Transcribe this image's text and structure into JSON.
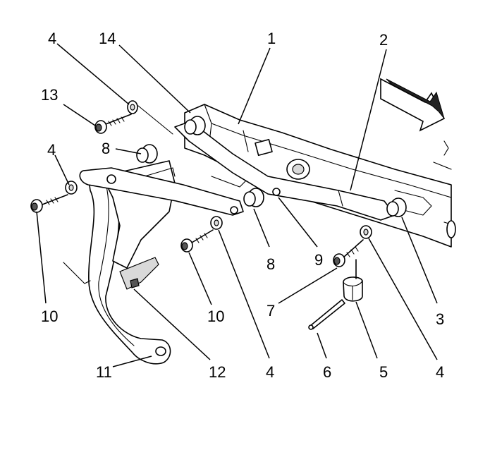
{
  "callouts": {
    "c1": "1",
    "c2": "2",
    "c3": "3",
    "c4a": "4",
    "c4b": "4",
    "c4c": "4",
    "c4d": "4",
    "c5": "5",
    "c6": "6",
    "c7": "7",
    "c8a": "8",
    "c8b": "8",
    "c9": "9",
    "c10a": "10",
    "c10b": "10",
    "c11": "11",
    "c12": "12",
    "c13": "13",
    "c14": "14"
  }
}
